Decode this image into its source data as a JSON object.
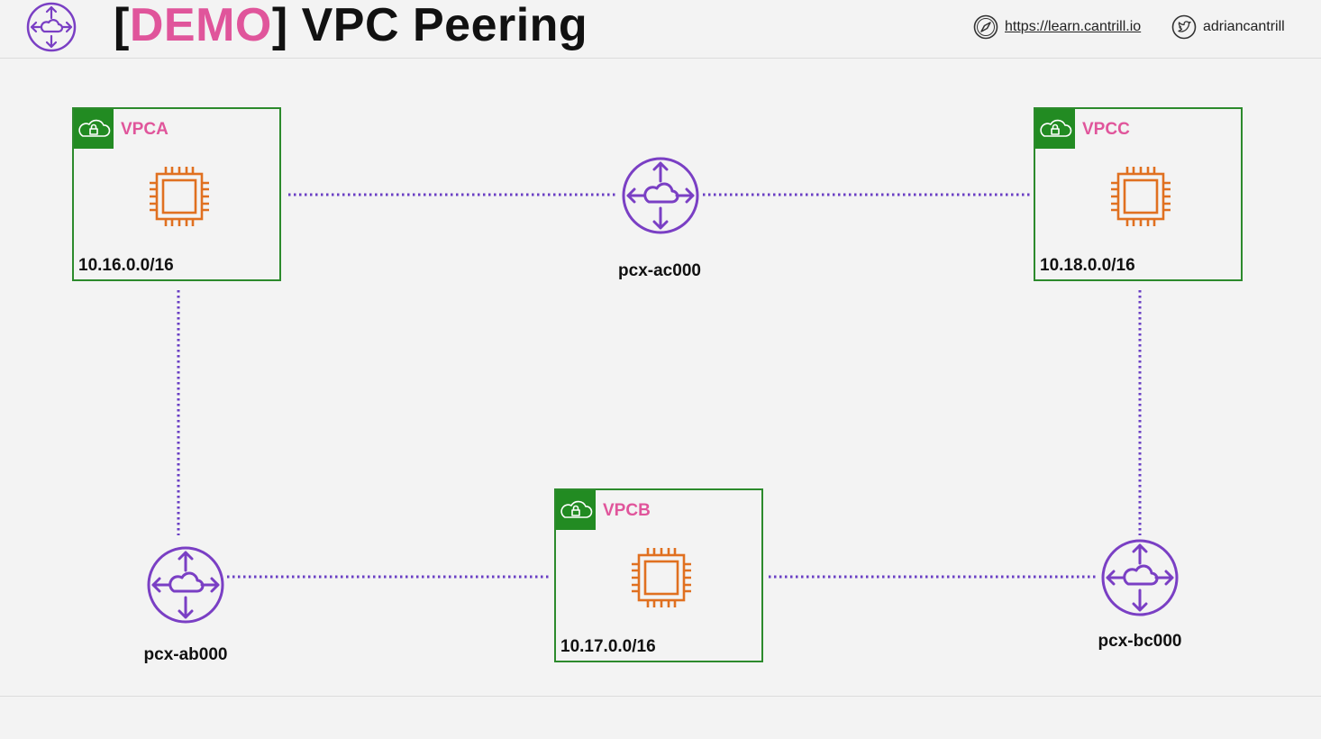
{
  "header": {
    "title_prefix": "[",
    "title_tag": "DEMO",
    "title_suffix": "] VPC Peering",
    "url": "https://learn.cantrill.io",
    "twitter": "adriancantrill"
  },
  "vpcs": [
    {
      "name": "VPCA",
      "cidr": "10.16.0.0/16"
    },
    {
      "name": "VPCB",
      "cidr": "10.17.0.0/16"
    },
    {
      "name": "VPCC",
      "cidr": "10.18.0.0/16"
    }
  ],
  "peerings": [
    {
      "name": "pcx-ac000"
    },
    {
      "name": "pcx-ab000"
    },
    {
      "name": "pcx-bc000"
    }
  ],
  "colors": {
    "accent": "#e0559b",
    "vpc_border": "#2c8a2c",
    "vpc_badge": "#228b22",
    "chip": "#e07020",
    "peering": "#7a3fc4",
    "link": "#6a3fc4"
  }
}
